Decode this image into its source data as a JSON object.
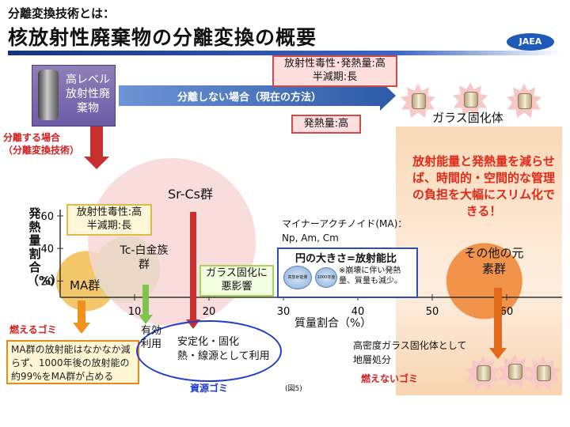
{
  "header": {
    "kicker": "分離変換技術とは：",
    "title": "核放射性廃棄物の分離変換の概要",
    "logo": "JAEA"
  },
  "hlw": {
    "label": "高レベル放射性廃棄物"
  },
  "flow": {
    "no_separation": "分離しない場合（現在の方法）",
    "separation_line1": "分離する場合",
    "separation_line2": "（分離変換技術）"
  },
  "callouts": {
    "top_red_line1": "放射性毒性･発熱量:高",
    "top_red_line2": "半減期:長",
    "heat_high": "発熱量:高",
    "ma_toxicity_line1": "放射性毒性:高",
    "ma_toxicity_line2": "半減期:長",
    "glass_bad_line1": "ガラス固化に",
    "glass_bad_line2": "悪影響"
  },
  "glass": {
    "label": "ガラス固化体"
  },
  "right_message": "放射能量と発熱量を減らせば、時間的・空間的な管理の負担を大幅にスリム化できる！",
  "chart_data": {
    "type": "bubble",
    "xlabel": "質量割合（%）",
    "ylabel": "発熱量割合（%）",
    "xlim": [
      0,
      70
    ],
    "ylim": [
      10,
      65
    ],
    "x_ticks": [
      "10",
      "20",
      "30",
      "40",
      "50",
      "60"
    ],
    "y_ticks": [
      "60",
      "40",
      "20"
    ],
    "bubbles": [
      {
        "label": "MA群",
        "x": 3.5,
        "y": 20,
        "color": "#f3c15a"
      },
      {
        "label": "Tc-白金族群",
        "x": 9,
        "y": 27,
        "color": "#b8e08a"
      },
      {
        "label": "Sr-Cs群",
        "x": 15,
        "y": 44,
        "color": "#f7d4d4"
      },
      {
        "label": "その他の元素群",
        "x": 57,
        "y": 20,
        "color": "#f08a3a"
      }
    ]
  },
  "minor_actinides": {
    "line1": "マイナーアクチノイド(MA)：",
    "line2": "Np, Am, Cm"
  },
  "legend": {
    "title": "円の大きさ=放射能比",
    "circle1": "高放射能量",
    "circle2": "1000年後",
    "note": "※崩壊に伴い発熱量、質量も減少。"
  },
  "bottom": {
    "burnable": "燃えるゴミ",
    "ma_note": "MA群の放射能はなかなか減らず、1000年後の放射能の約99%をMA群が占める",
    "effective_use": "有効利用",
    "stabilize_line1": "安定化・固化",
    "stabilize_line2": "熱・線源として利用",
    "resource": "資源ゴミ",
    "figure_no": "(図5)",
    "disposal_line1": "高密度ガラス固化体として",
    "disposal_line2": "地層処分",
    "non_burnable": "燃えないゴミ"
  }
}
